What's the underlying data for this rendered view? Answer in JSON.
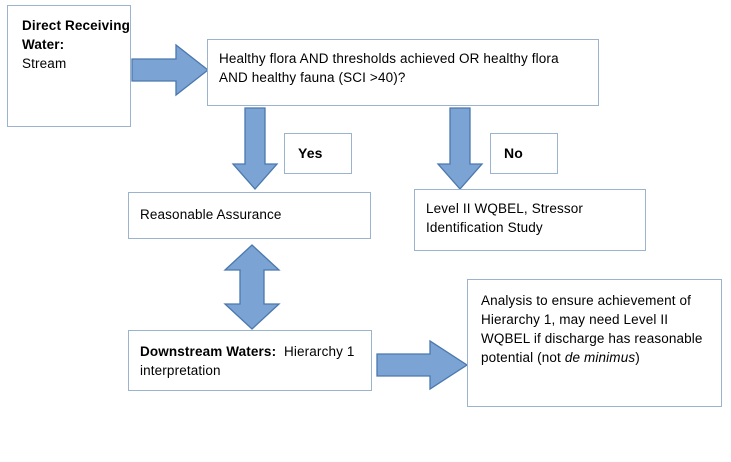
{
  "diagram": {
    "title": "Direct Receiving Water Stream flowchart",
    "colors": {
      "arrow_fill": "#7BA3D3",
      "arrow_stroke": "#4A78AE",
      "box_border": "#9BB3CC",
      "box_fill": "#FFFFFF",
      "text": "#000000"
    },
    "nodes": {
      "direct_receiving_water": {
        "label_bold": "Direct Receiving Water:",
        "label_rest": "Stream"
      },
      "decision": {
        "text": "Healthy flora AND thresholds achieved OR healthy flora AND healthy fauna (SCI >40)?"
      },
      "yes_label": {
        "text": "Yes"
      },
      "no_label": {
        "text": "No"
      },
      "reasonable_assurance": {
        "text": "Reasonable Assurance"
      },
      "level_ii_wqbel": {
        "text": "Level II WQBEL, Stressor Identification Study"
      },
      "downstream_waters": {
        "label_bold": "Downstream Waters:",
        "label_rest": "Hierarchy 1 interpretation"
      },
      "analysis": {
        "part1": "Analysis to ensure achievement of Hierarchy 1, may need Level II WQBEL if discharge has reasonable potential (not ",
        "italic": "de minimus",
        "part2": ")"
      }
    },
    "arrows": {
      "intake": "right-arrow-icon",
      "yes_branch": "down-arrow-icon",
      "no_branch": "down-arrow-icon",
      "bidirectional": "up-down-arrow-icon",
      "downstream_to_analysis": "right-arrow-icon"
    }
  }
}
